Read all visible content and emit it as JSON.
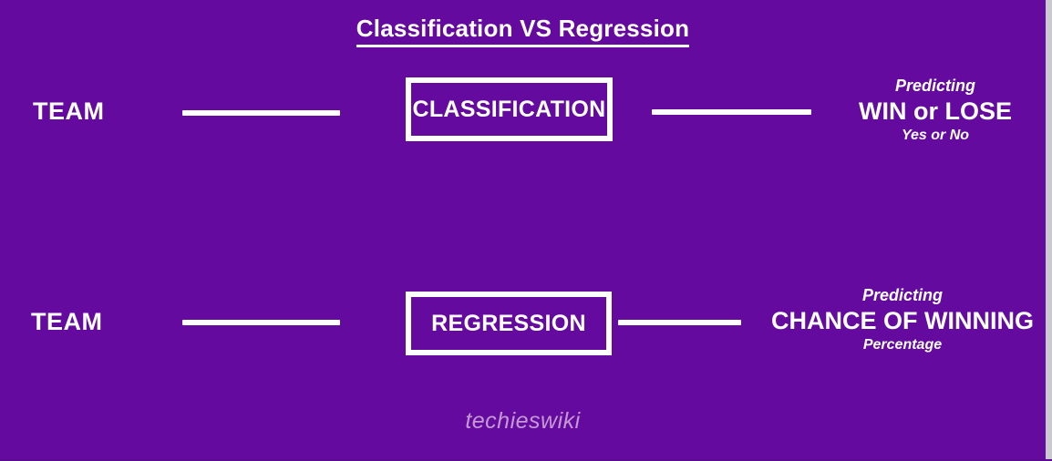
{
  "background_color": "#640a9e",
  "accent_color": "#ffffff",
  "title": "Classification VS Regression",
  "rows": [
    {
      "input_label": "TEAM",
      "box_label": "CLASSIFICATION",
      "predicting_label": "Predicting",
      "outcome_main": "WIN or LOSE",
      "outcome_sub": "Yes or No"
    },
    {
      "input_label": "TEAM",
      "box_label": "REGRESSION",
      "predicting_label": "Predicting",
      "outcome_main": "CHANCE OF WINNING",
      "outcome_sub": "Percentage"
    }
  ],
  "watermark": "techieswiki"
}
